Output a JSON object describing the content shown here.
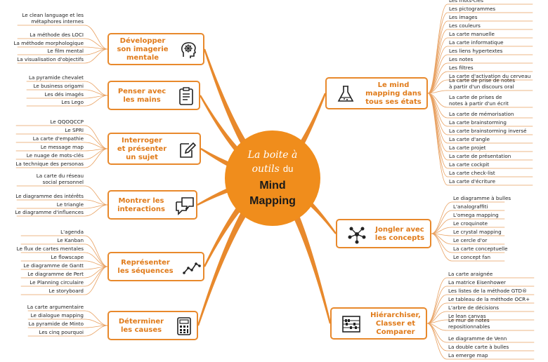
{
  "center": {
    "line1": "La boite à",
    "line2a": "outils",
    "line2b": "du",
    "line3": "Mind",
    "line4": "Mapping"
  },
  "branches": [
    {
      "key": "developper",
      "label": "Développer\nson imagerie\nmentale",
      "icon": "brain-head-icon",
      "leaves": [
        "Le clean language et les\nmétaphores internes",
        "La méthode des LOCI",
        "La méthode morphologique",
        "Le film mental",
        "La visualisation d'objectifs"
      ]
    },
    {
      "key": "penser",
      "label": "Penser avec\nles mains",
      "icon": "clipboard-icon",
      "leaves": [
        "La pyramide chevalet",
        "Le business origami",
        "Les dés imagés",
        "Les Lego"
      ]
    },
    {
      "key": "interroger",
      "label": "Interroger\net présenter\nun sujet",
      "icon": "pen-edit-icon",
      "leaves": [
        "Le QQOQCCP",
        "Le SPRI",
        "La carte d'empathie",
        "Le message map",
        "Le nuage de mots-clés",
        "La technique des personas"
      ]
    },
    {
      "key": "montrer",
      "label": "Montrer les\ninteractions",
      "icon": "speech-bubbles-icon",
      "leaves": [
        "La carte du réseau\nsocial personnel",
        "Le diagramme des intérêts",
        "Le triangle",
        "Le diagramme d'influences"
      ]
    },
    {
      "key": "representer",
      "label": "Représenter\nles séquences",
      "icon": "line-chart-icon",
      "leaves": [
        "L'agenda",
        "Le Kanban",
        "Le flux de cartes mentales",
        "Le flowscape",
        "Le diagramme de Gantt",
        "Le diagramme de Pert",
        "Le Planning circulaire",
        "Le storyboard"
      ]
    },
    {
      "key": "determiner",
      "label": "Déterminer\nles causes",
      "icon": "calculator-icon",
      "leaves": [
        "La carte argumentaire",
        "Le dialogue mapping",
        "La pyramide de Minto",
        "Les cinq pourquoi"
      ]
    },
    {
      "key": "etats",
      "label": "Le mind\nmapping dans\ntous ses états",
      "icon": "flask-icon",
      "leaves": [
        "Les mots-clés",
        "Les pictogrammes",
        "Les images",
        "Les couleurs",
        "La carte manuelle",
        "La carte informatique",
        "Les liens hypertextes",
        "Les notes",
        "Les filtres",
        "La carte d'activation du cerveau",
        "La carte de prise de notes\nà partir d'un discours oral",
        "La carte de prises de\nnotes à partir d'un écrit",
        "La carte de mémorisation",
        "La carte brainstorming",
        "La carte brainstorming inversé",
        "La carte d'angle",
        "La carte projet",
        "La carte de présentation",
        "La carte cockpit",
        "La carte check-list",
        "La carte d'écriture"
      ]
    },
    {
      "key": "jongler",
      "label": "Jongler avec\nles concepts",
      "icon": "network-nodes-icon",
      "leaves": [
        "Le diagramme à bulles",
        "L'analograffiti",
        "L'omega mapping",
        "Le croquinote",
        "Le crystal mapping",
        "Le cercle d'or",
        "La carte conceptuelle",
        "Le concept fan"
      ]
    },
    {
      "key": "hierarchiser",
      "label": "Hiérarchiser,\nClasser et\nComparer",
      "icon": "abacus-icon",
      "leaves": [
        "La carte araignée",
        "La matrice Eisenhower",
        "Les listes de la méthode GTD®",
        "Le tableau de la méthode OCR+",
        "L'arbre de décisions",
        "Le lean canvas",
        "Le mur de notes\nrepositionnables",
        "Le diagramme de Venn",
        "La double carte à bulles",
        "La emerge map"
      ]
    }
  ],
  "colors": {
    "accent": "#e8892c",
    "center": "#f08d1c",
    "box_border": "#e8892c",
    "leaf_line": "#e8a060",
    "text": "#222222"
  }
}
